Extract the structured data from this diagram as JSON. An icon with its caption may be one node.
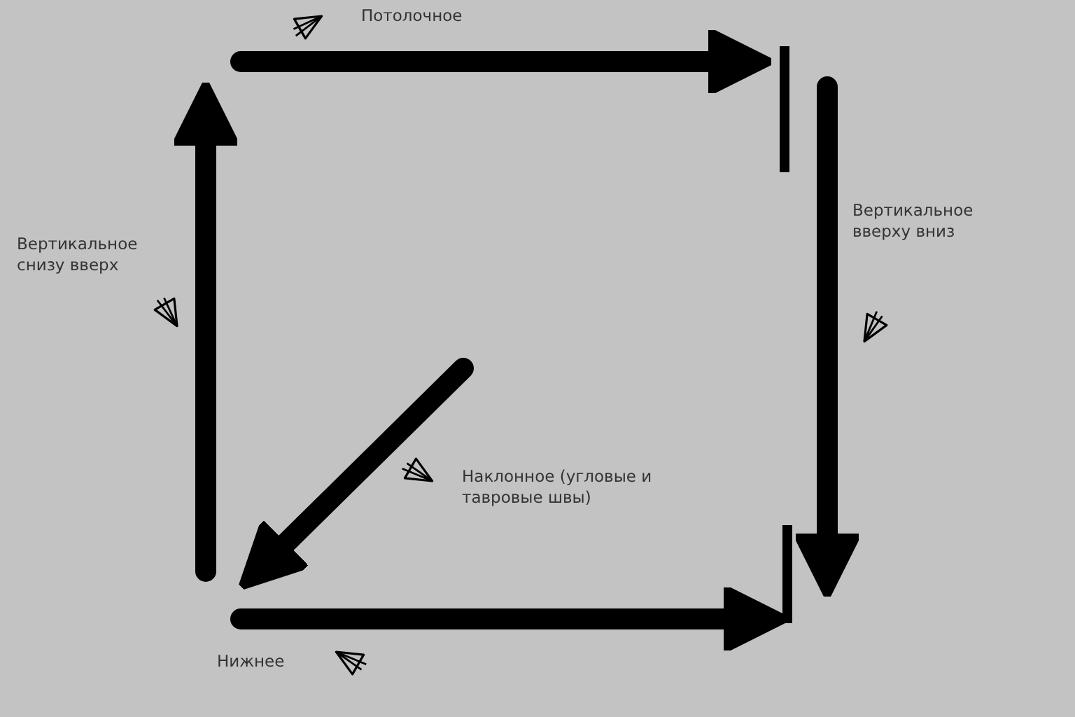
{
  "diagram": {
    "labels": [
      "Потолочное",
      "Вертикальное снизу вверх",
      "Вертикальное вверху вниз",
      "Наклонное (угловые и тавровые швы)",
      "Нижнее"
    ]
  }
}
